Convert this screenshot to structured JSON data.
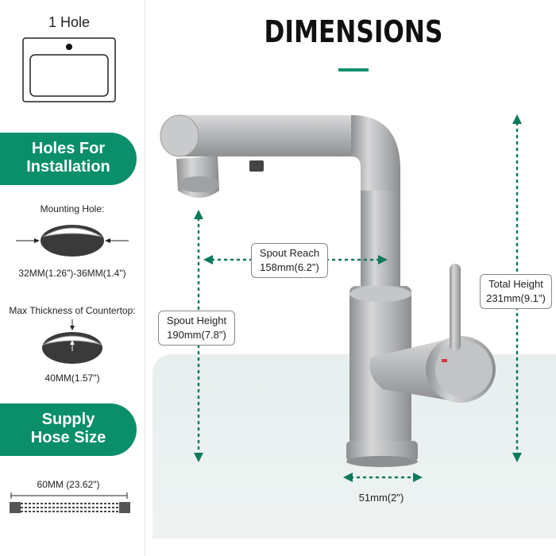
{
  "sink": {
    "title": "1 Hole"
  },
  "holes_section": {
    "line1": "Holes For",
    "line2": "Installation"
  },
  "mounting": {
    "label": "Mounting Hole:",
    "size": "32MM(1.26\")-36MM(1.4\")"
  },
  "countertop": {
    "label": "Max Thickness of Countertop:",
    "size": "40MM(1.57\")"
  },
  "supply_section": {
    "line1": "Supply",
    "line2": "Hose Size"
  },
  "hose": {
    "length": "60MM (23.62\")"
  },
  "header": {
    "title": "DIMENSIONS"
  },
  "dimensions": {
    "spout_reach": {
      "label": "Spout Reach",
      "value": "158mm(6.2\")"
    },
    "spout_height": {
      "label": "Spout Height",
      "value": "190mm(7.8\")"
    },
    "total_height": {
      "label": "Total Height",
      "value": "231mm(9.1\")"
    },
    "base_width": {
      "value": "51mm(2\")"
    }
  },
  "colors": {
    "accent": "#0a8f6a",
    "floor": "#e8f0ef",
    "steel": "#b9bbbd"
  }
}
